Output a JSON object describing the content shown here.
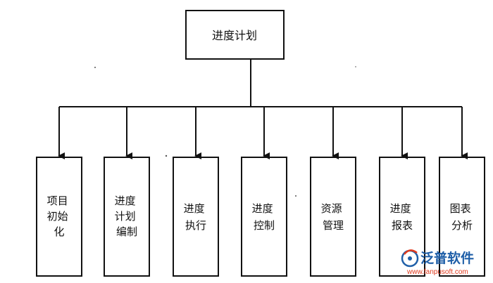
{
  "diagram": {
    "root": {
      "label": "进度计划"
    },
    "children": [
      {
        "id": "project-init",
        "lines": [
          "项目",
          "初始",
          "化"
        ]
      },
      {
        "id": "schedule-plan",
        "lines": [
          "进度",
          "计划",
          "编制"
        ]
      },
      {
        "id": "schedule-exec",
        "lines": [
          "进度",
          "执行"
        ]
      },
      {
        "id": "schedule-control",
        "lines": [
          "进度",
          "控制"
        ]
      },
      {
        "id": "resource-mgmt",
        "lines": [
          "资源",
          "管理"
        ]
      },
      {
        "id": "schedule-report",
        "lines": [
          "进度",
          "报表"
        ]
      },
      {
        "id": "chart-analysis",
        "lines": [
          "图表",
          "分析"
        ]
      }
    ]
  },
  "watermark": {
    "brand": "泛普软件",
    "url": "www.fanpusoft.com",
    "logo_color": "#1f5fa8",
    "accent_color": "#e03a1e"
  }
}
